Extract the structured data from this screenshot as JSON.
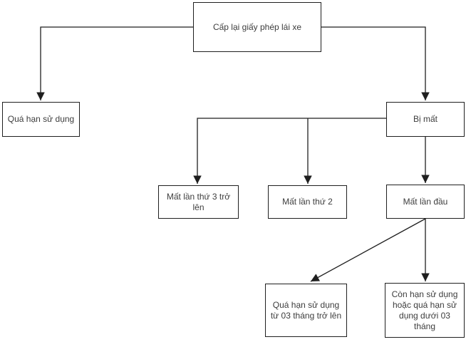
{
  "diagram": {
    "type": "flowchart",
    "nodes": {
      "reissue": {
        "label": "Cấp lại giấy phép lái xe"
      },
      "expired": {
        "label": "Quá hạn sử dụng"
      },
      "lost": {
        "label": "Bị mất"
      },
      "lost_third": {
        "label": "Mất lần thứ 3 trở lên"
      },
      "lost_second": {
        "label": "Mất lần thứ 2"
      },
      "lost_first": {
        "label": "Mất lần đầu"
      },
      "expired_3_months": {
        "label": "Quá hạn sử dụng từ 03 tháng trở lên"
      },
      "valid_or_under_3_months": {
        "label": "Còn hạn sử dụng hoặc quá hạn sử dụng dưới 03 tháng"
      }
    },
    "edges": [
      {
        "from": "reissue",
        "to": "expired"
      },
      {
        "from": "reissue",
        "to": "lost"
      },
      {
        "from": "lost",
        "to": "lost_third"
      },
      {
        "from": "lost",
        "to": "lost_second"
      },
      {
        "from": "lost",
        "to": "lost_first"
      },
      {
        "from": "lost_first",
        "to": "expired_3_months"
      },
      {
        "from": "lost_first",
        "to": "valid_or_under_3_months"
      }
    ],
    "colors": {
      "background": "#ffffff",
      "node_fill": "#ffffff",
      "node_border": "#1f1f1f",
      "line": "#1f1f1f",
      "text": "#3d3d3d"
    }
  }
}
